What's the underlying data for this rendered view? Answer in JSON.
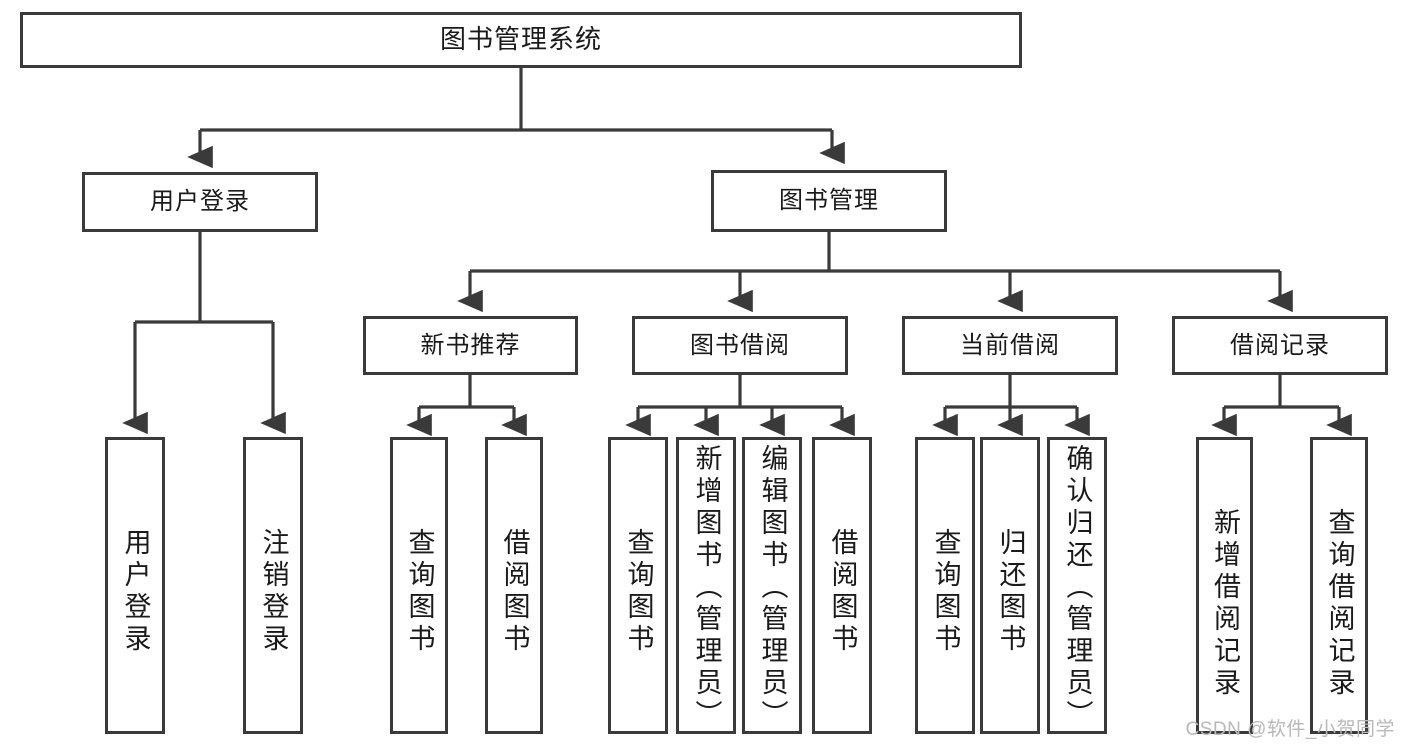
{
  "diagram": {
    "title": "图书管理系统",
    "watermark": "CSDN @软件_小贺同学",
    "colors": {
      "stroke": "#3a3a3a",
      "box_fill": "#ffffff",
      "text": "#1a1a1a",
      "watermark": "#b9b9b9",
      "background": "#ffffff"
    },
    "nodes": {
      "root": {
        "label": "图书管理系统"
      },
      "level2": [
        {
          "id": "user-login",
          "label": "用户登录"
        },
        {
          "id": "book-manage",
          "label": "图书管理"
        }
      ],
      "level3": [
        {
          "id": "new-book-recommend",
          "label": "新书推荐"
        },
        {
          "id": "book-borrow",
          "label": "图书借阅"
        },
        {
          "id": "current-borrow",
          "label": "当前借阅"
        },
        {
          "id": "borrow-record",
          "label": "借阅记录"
        }
      ],
      "leaves": {
        "user_login": [
          {
            "id": "leaf-user-login",
            "label": "用户登录"
          },
          {
            "id": "leaf-logout-login",
            "label": "注销登录"
          }
        ],
        "new_book_recommend": [
          {
            "id": "leaf-query-book-1",
            "label": "查询图书"
          },
          {
            "id": "leaf-borrow-book-1",
            "label": "借阅图书"
          }
        ],
        "book_borrow": [
          {
            "id": "leaf-query-book-2",
            "label": "查询图书"
          },
          {
            "id": "leaf-add-book-admin",
            "label": "新增图书（管理员）"
          },
          {
            "id": "leaf-edit-book-admin",
            "label": "编辑图书（管理员）"
          },
          {
            "id": "leaf-borrow-book-2",
            "label": "借阅图书"
          }
        ],
        "current_borrow": [
          {
            "id": "leaf-query-book-3",
            "label": "查询图书"
          },
          {
            "id": "leaf-return-book",
            "label": "归还图书"
          },
          {
            "id": "leaf-confirm-return-admin",
            "label": "确认归还（管理员）"
          }
        ],
        "borrow_record": [
          {
            "id": "leaf-add-borrow-record",
            "label": "新增借阅记录"
          },
          {
            "id": "leaf-query-borrow-record",
            "label": "查询借阅记录"
          }
        ]
      }
    }
  }
}
